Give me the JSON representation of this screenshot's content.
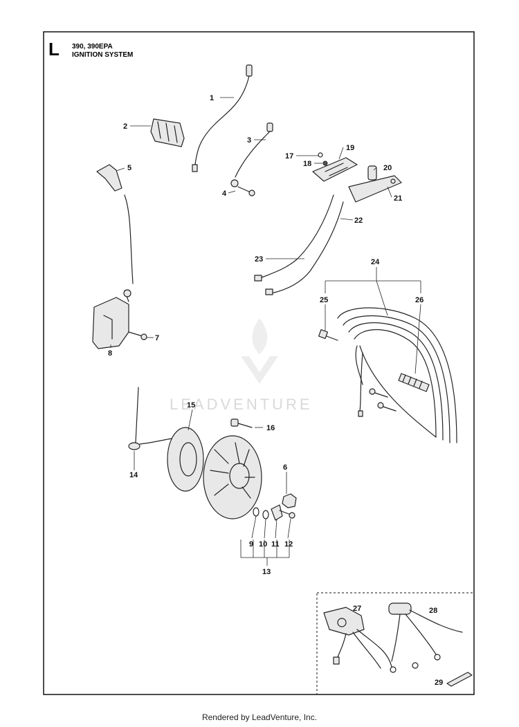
{
  "header": {
    "section_letter": "L",
    "model_line": "390, 390EPA",
    "title_line": "IGNITION SYSTEM"
  },
  "watermark": {
    "text": "LEADVENTURE"
  },
  "callouts": [
    "1",
    "2",
    "3",
    "4",
    "5",
    "6",
    "7",
    "8",
    "9",
    "10",
    "11",
    "12",
    "13",
    "14",
    "15",
    "16",
    "17",
    "18",
    "19",
    "20",
    "21",
    "22",
    "23",
    "24",
    "25",
    "26",
    "27",
    "28",
    "29"
  ],
  "footer": {
    "text": "Rendered by LeadVenture, Inc."
  },
  "colors": {
    "line": "#222222",
    "background": "#ffffff",
    "watermark": "#d9d9d9"
  }
}
